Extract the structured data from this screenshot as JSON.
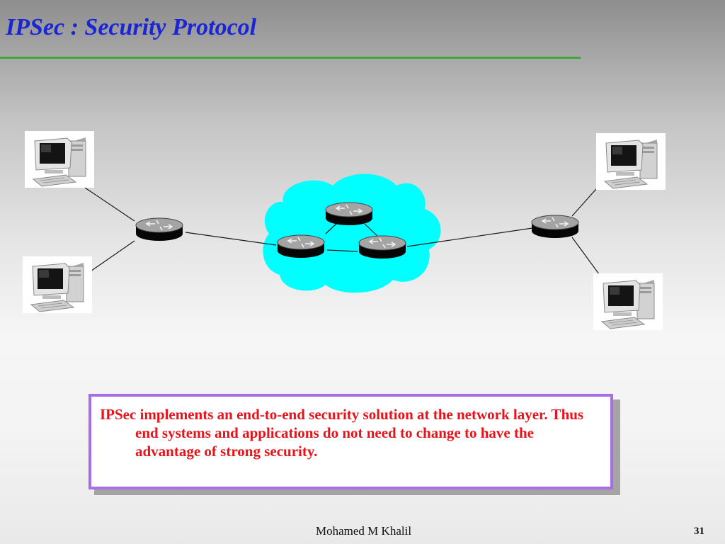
{
  "slide": {
    "title": "IPSec : Security Protocol",
    "callout_text": "IPSec implements an end-to-end security solution at the network layer. Thus end systems and applications do not need to change to have the advantage of strong security.",
    "author": "Mohamed M Khalil",
    "page_number": "31"
  },
  "diagram": {
    "icons": [
      "computer-icon",
      "router-icon",
      "network-cloud-icon"
    ],
    "colors": {
      "title": "#1a25d6",
      "rule": "#3aa83a",
      "cloud": "#00ffff",
      "callout_border": "#a86ce6",
      "callout_text": "#e8131a"
    }
  }
}
